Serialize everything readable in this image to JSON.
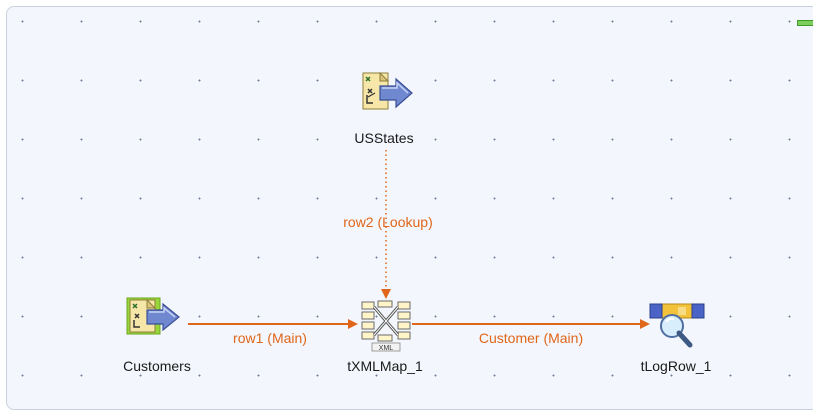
{
  "components": [
    {
      "id": "usstates",
      "label": "USStates",
      "icon": "xml-input-icon"
    },
    {
      "id": "customers",
      "label": "Customers",
      "icon": "xml-input-icon",
      "selected": true
    },
    {
      "id": "txmlmap",
      "label": "tXMLMap_1",
      "icon": "xmlmap-icon"
    },
    {
      "id": "tlogrow",
      "label": "tLogRow_1",
      "icon": "logrow-magnifier-icon"
    }
  ],
  "connections": [
    {
      "label": "row2 (Lookup)",
      "from": "USStates",
      "to": "tXMLMap_1",
      "style": "dotted"
    },
    {
      "label": "row1 (Main)",
      "from": "Customers",
      "to": "tXMLMap_1",
      "style": "solid"
    },
    {
      "label": "Customer (Main)",
      "from": "tXMLMap_1",
      "to": "tLogRow_1",
      "style": "solid"
    }
  ],
  "colors": {
    "canvas": "#f3f6fc",
    "grid_dot": "#6f7f97",
    "connection": "#e0661a",
    "selection": "#99d63a",
    "text": "#1a1a1a"
  }
}
